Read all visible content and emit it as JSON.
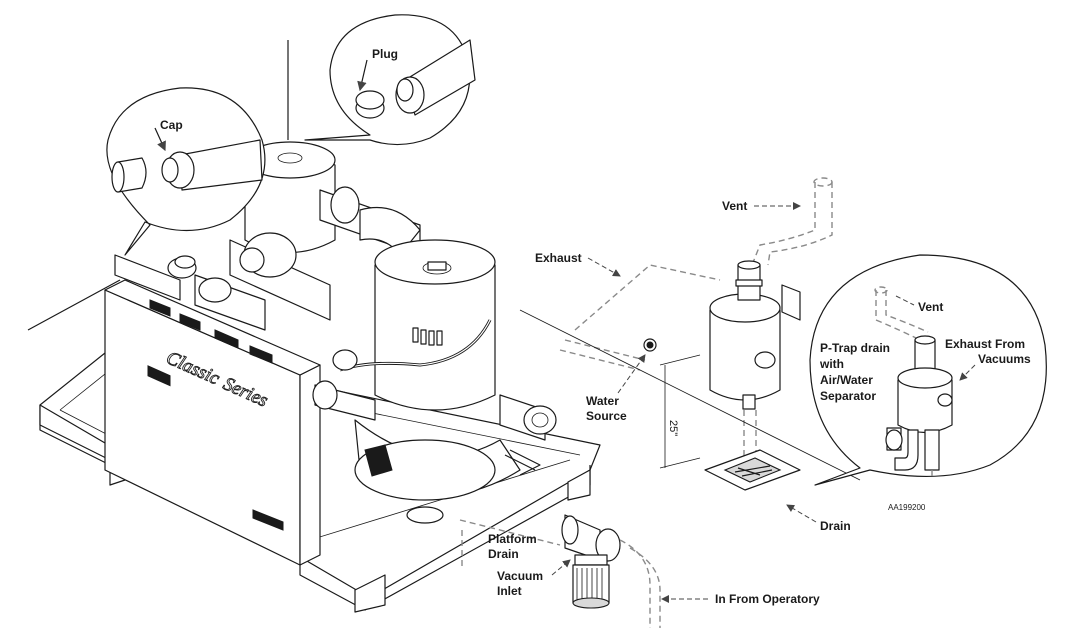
{
  "labels": {
    "cap": "Cap",
    "plug": "Plug",
    "vent_top": "Vent",
    "exhaust": "Exhaust",
    "water_source_1": "Water",
    "water_source_2": "Source",
    "dimension": "25\"",
    "p_trap_1": "P-Trap drain",
    "p_trap_2": "with",
    "p_trap_3": "Air/Water",
    "p_trap_4": "Separator",
    "vent_detail": "Vent",
    "exhaust_from_1": "Exhaust From",
    "exhaust_from_2": "Vacuums",
    "figure_code": "AA199200",
    "drain": "Drain",
    "platform_drain_1": "Platform",
    "platform_drain_2": "Drain",
    "vacuum_inlet_1": "Vacuum",
    "vacuum_inlet_2": "Inlet",
    "in_from_operatory": "In From Operatory"
  },
  "brand": {
    "name_1": "Classic",
    "name_2": "Series"
  }
}
